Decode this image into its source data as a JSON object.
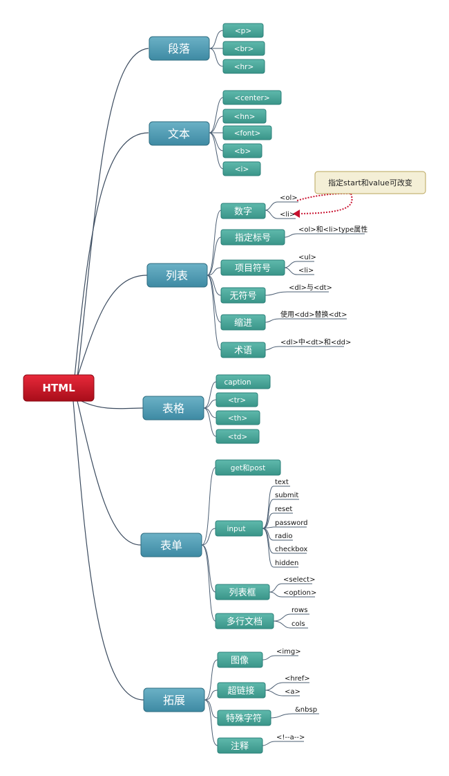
{
  "mindmap": {
    "root": {
      "label": "HTML"
    },
    "branches": [
      {
        "label": "段落",
        "children": [
          {
            "label": "<p>"
          },
          {
            "label": "<br>"
          },
          {
            "label": "<hr>"
          }
        ]
      },
      {
        "label": "文本",
        "children": [
          {
            "label": "<center>"
          },
          {
            "label": "<hn>"
          },
          {
            "label": "<font>"
          },
          {
            "label": "<b>"
          },
          {
            "label": "<i>"
          }
        ]
      },
      {
        "label": "列表",
        "children": [
          {
            "label": "数字",
            "leaves": [
              "<ol>",
              "<li>"
            ]
          },
          {
            "label": "指定标号",
            "leaves": [
              "<ol>和<li>type属性"
            ]
          },
          {
            "label": "项目符号",
            "leaves": [
              "<ul>",
              "<li>"
            ]
          },
          {
            "label": "无符号",
            "leaves": [
              "<dl>与<dt>"
            ]
          },
          {
            "label": "缩进",
            "leaves": [
              "使用<dd>替换<dt>"
            ]
          },
          {
            "label": "术语",
            "leaves": [
              "<dl>中<dt>和<dd>"
            ]
          }
        ]
      },
      {
        "label": "表格",
        "children": [
          {
            "label": "caption"
          },
          {
            "label": "<tr>"
          },
          {
            "label": "<th>"
          },
          {
            "label": "<td>"
          }
        ]
      },
      {
        "label": "表单",
        "children": [
          {
            "label": "get和post"
          },
          {
            "label": "input",
            "leaves": [
              "text",
              "submit",
              "reset",
              "password",
              "radio",
              "checkbox",
              "hidden"
            ]
          },
          {
            "label": "列表框",
            "leaves": [
              "<select>",
              "<option>"
            ]
          },
          {
            "label": "多行文档",
            "leaves": [
              "rows",
              "cols"
            ]
          }
        ]
      },
      {
        "label": "拓展",
        "children": [
          {
            "label": "图像",
            "leaves": [
              "<img>"
            ]
          },
          {
            "label": "超链接",
            "leaves": [
              "<href>",
              "<a>"
            ]
          },
          {
            "label": "特殊字符",
            "leaves": [
              "&nbsp"
            ]
          },
          {
            "label": "注释",
            "leaves": [
              "<!--a-->"
            ]
          }
        ]
      }
    ],
    "callout": {
      "text": "指定start和value可改变"
    }
  },
  "colors": {
    "root_top": "#e8293a",
    "root_bottom": "#a80d1a",
    "topic_top": "#6bb1c6",
    "topic_bottom": "#3e8aa3",
    "subtopic_top": "#5fb9ac",
    "subtopic_bottom": "#3a9589",
    "connector": "#3a4a5e",
    "callout_fill": "#f4efd6",
    "callout_arrow": "#c8102e"
  }
}
